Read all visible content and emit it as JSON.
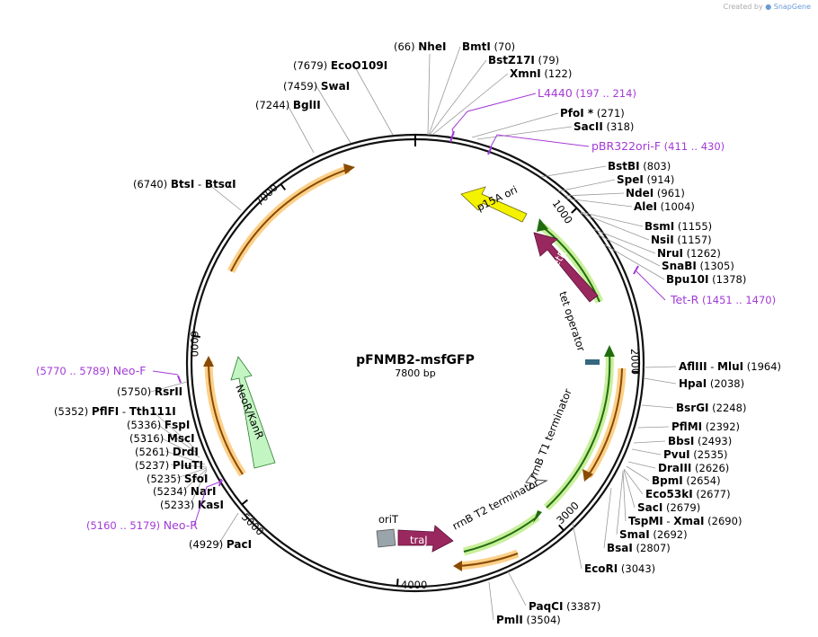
{
  "credit": {
    "prefix": "Created by",
    "brand": "SnapGene"
  },
  "plasmid": {
    "name": "pFNMB2-msfGFP",
    "size_label": "7800 bp",
    "length": 7800
  },
  "colors": {
    "yellow": "#f5f200",
    "maroon": "#99285f",
    "green_halo": "#c9ef9c",
    "orange_halo": "#fcd089",
    "neo_fill": "#c3f5c3",
    "primer": "#a33ad6",
    "gray": "#9aa5ab",
    "operator": "#35687e"
  },
  "ticks": [
    "1000",
    "2000",
    "3000",
    "4000",
    "5000",
    "6000",
    "7000"
  ],
  "features": [
    {
      "id": "p15a",
      "label": "p15A ori",
      "kind": "arrow",
      "color": "yellow"
    },
    {
      "id": "tetr",
      "label": "TetR",
      "kind": "arrow",
      "color": "maroon"
    },
    {
      "id": "tetop",
      "label": "tet operator",
      "kind": "text"
    },
    {
      "id": "rrnb1",
      "label": "rrnB T1 terminator",
      "kind": "text"
    },
    {
      "id": "rrnb2",
      "label": "rrnB T2 terminator",
      "kind": "text"
    },
    {
      "id": "orit",
      "label": "oriT",
      "kind": "box"
    },
    {
      "id": "traj",
      "label": "traJ",
      "kind": "arrow",
      "color": "maroon"
    },
    {
      "id": "neo",
      "label": "NeoR/KanR",
      "kind": "arrow",
      "color": "neo"
    }
  ],
  "sites": [
    {
      "name": "NheI",
      "pos": "(66)"
    },
    {
      "name": "BmtI",
      "pos": "(70)"
    },
    {
      "name": "BstZ17I",
      "pos": "(79)"
    },
    {
      "name": "XmnI",
      "pos": "(122)"
    },
    {
      "name": "PfoI *",
      "pos": "(271)"
    },
    {
      "name": "SacII",
      "pos": "(318)"
    },
    {
      "name": "BstBI",
      "pos": "(803)"
    },
    {
      "name": "SpeI",
      "pos": "(914)"
    },
    {
      "name": "NdeI",
      "pos": "(961)"
    },
    {
      "name": "AleI",
      "pos": "(1004)"
    },
    {
      "name": "BsmI",
      "pos": "(1155)"
    },
    {
      "name": "NsiI",
      "pos": "(1157)"
    },
    {
      "name": "NruI",
      "pos": "(1262)"
    },
    {
      "name": "SnaBI",
      "pos": "(1305)"
    },
    {
      "name": "Bpu10I",
      "pos": "(1378)"
    },
    {
      "name": "AflIII",
      "name2": "MluI",
      "pos": "(1964)"
    },
    {
      "name": "HpaI",
      "pos": "(2038)"
    },
    {
      "name": "BsrGI",
      "pos": "(2248)"
    },
    {
      "name": "PflMI",
      "pos": "(2392)"
    },
    {
      "name": "BbsI",
      "pos": "(2493)"
    },
    {
      "name": "PvuI",
      "pos": "(2535)"
    },
    {
      "name": "DraIII",
      "pos": "(2626)"
    },
    {
      "name": "BpmI",
      "pos": "(2654)"
    },
    {
      "name": "Eco53kI",
      "pos": "(2677)"
    },
    {
      "name": "SacI",
      "pos": "(2679)"
    },
    {
      "name": "TspMI",
      "name2": "XmaI",
      "pos": "(2690)"
    },
    {
      "name": "SmaI",
      "pos": "(2692)"
    },
    {
      "name": "BsaI",
      "pos": "(2807)"
    },
    {
      "name": "EcoRI",
      "pos": "(3043)"
    },
    {
      "name": "PaqCI",
      "pos": "(3387)"
    },
    {
      "name": "PmlI",
      "pos": "(3504)"
    },
    {
      "name": "PacI",
      "pos": "(4929)"
    },
    {
      "name": "KasI",
      "pos": "(5233)"
    },
    {
      "name": "NarI",
      "pos": "(5234)"
    },
    {
      "name": "SfoI",
      "pos": "(5235)"
    },
    {
      "name": "PluTI",
      "pos": "(5237)"
    },
    {
      "name": "DrdI",
      "pos": "(5261)"
    },
    {
      "name": "MscI",
      "pos": "(5316)"
    },
    {
      "name": "FspI",
      "pos": "(5336)"
    },
    {
      "name": "PflFI",
      "name2": "Tth111I",
      "pos": "(5352)"
    },
    {
      "name": "RsrII",
      "pos": "(5750)"
    },
    {
      "name": "BtsI",
      "name2": "BtsαI",
      "pos": "(6740)"
    },
    {
      "name": "BglII",
      "pos": "(7244)"
    },
    {
      "name": "SwaI",
      "pos": "(7459)"
    },
    {
      "name": "EcoO109I",
      "pos": "(7679)"
    }
  ],
  "primers": [
    {
      "name": "L4440",
      "range": "(197 .. 214)"
    },
    {
      "name": "pBR322ori-F",
      "range": "(411 .. 430)"
    },
    {
      "name": "Tet-R",
      "range": "(1451 .. 1470)"
    },
    {
      "name": "Neo-F",
      "range": "(5770 .. 5789)"
    },
    {
      "name": "Neo-R",
      "range": "(5160 .. 5179)"
    }
  ]
}
